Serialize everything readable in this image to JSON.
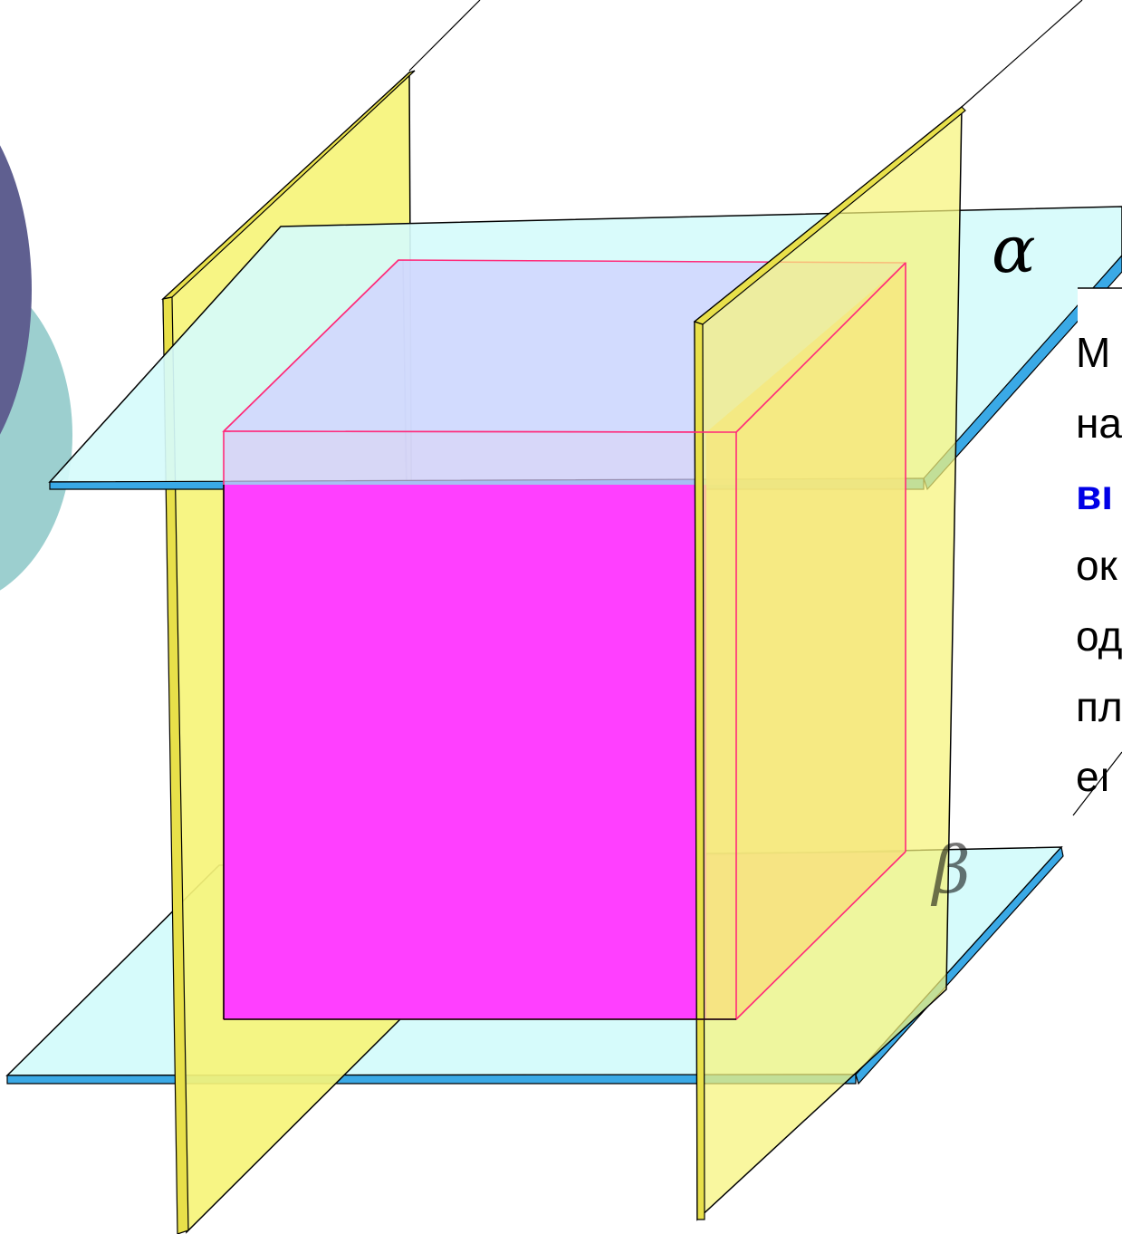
{
  "labels": {
    "alpha": "α",
    "beta": "β"
  },
  "text_lines": [
    {
      "text": "М",
      "bold": false
    },
    {
      "text": "на",
      "bold": false
    },
    {
      "text": "вı",
      "bold": true
    },
    {
      "text": "ок",
      "bold": false
    },
    {
      "text": "од",
      "bold": false
    },
    {
      "text": "пл",
      "bold": false
    },
    {
      "text": "еı",
      "bold": false
    }
  ],
  "colors": {
    "horizontal_plane_fill": "#d6fbfb",
    "horizontal_plane_edge": "#3aa9e6",
    "vertical_plane_fill": "#f6f47a",
    "vertical_plane_edge": "#c8c23a",
    "cube_face_front": "#ff3fff",
    "cube_face_top": "#cfd0ff",
    "cube_face_right": "#f2c88a",
    "cube_edge": "#ff2a7a",
    "emphasis_text": "#0000e6",
    "circle_dark": "#5f5f90",
    "circle_teal": "#9ccfcf"
  }
}
